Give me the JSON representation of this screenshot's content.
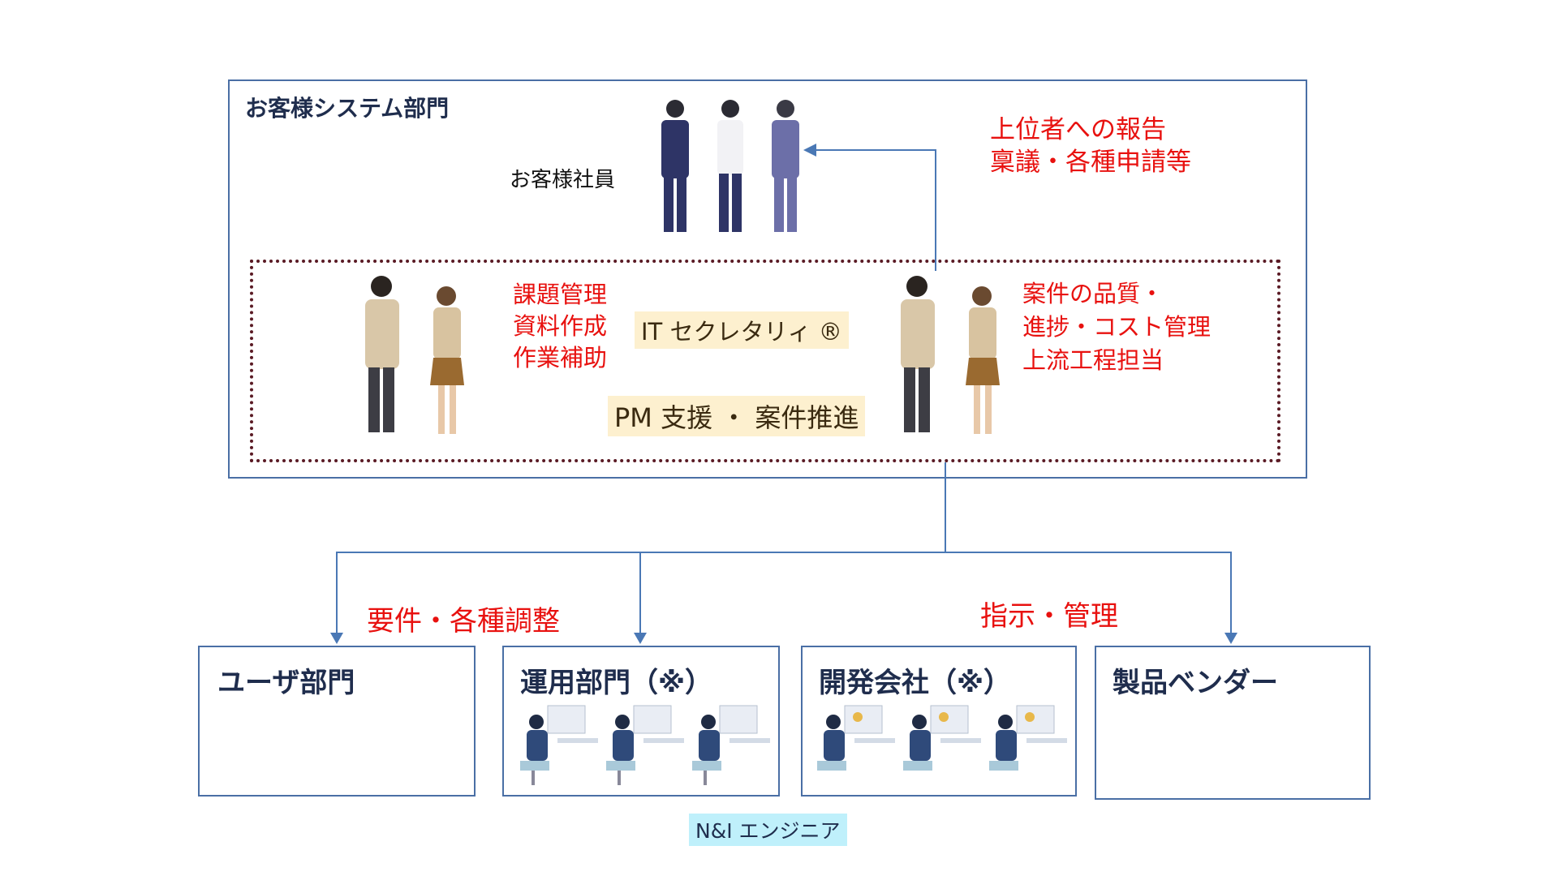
{
  "customer_dept": {
    "title": "お客様システム部門",
    "employees_label": "お客様社員",
    "report_lines": [
      "上位者への報告",
      "稟議・各種申請等"
    ]
  },
  "secretary": {
    "tasks": [
      "課題管理",
      "資料作成",
      "作業補助"
    ],
    "label": "IT セクレタリィ ®"
  },
  "pm": {
    "duties": [
      "案件の品質・",
      "進捗・コスト管理",
      "上流工程担当"
    ],
    "label": "PM 支援 ・ 案件推進"
  },
  "relations": {
    "left": "要件・各種調整",
    "right": "指示・管理"
  },
  "departments": [
    {
      "name": "ユーザ部門"
    },
    {
      "name": "運用部門（※）"
    },
    {
      "name": "開発会社（※）"
    },
    {
      "name": "製品ベンダー"
    }
  ],
  "engineer_label": "N&I エンジニア",
  "colors": {
    "border": "#4a6fa5",
    "arrow": "#4a78b5",
    "dotted_border": "#5a1a24",
    "red_text": "#e8110f",
    "highlight": "#fdf0cf",
    "engineer_bg": "#bff0fb"
  }
}
